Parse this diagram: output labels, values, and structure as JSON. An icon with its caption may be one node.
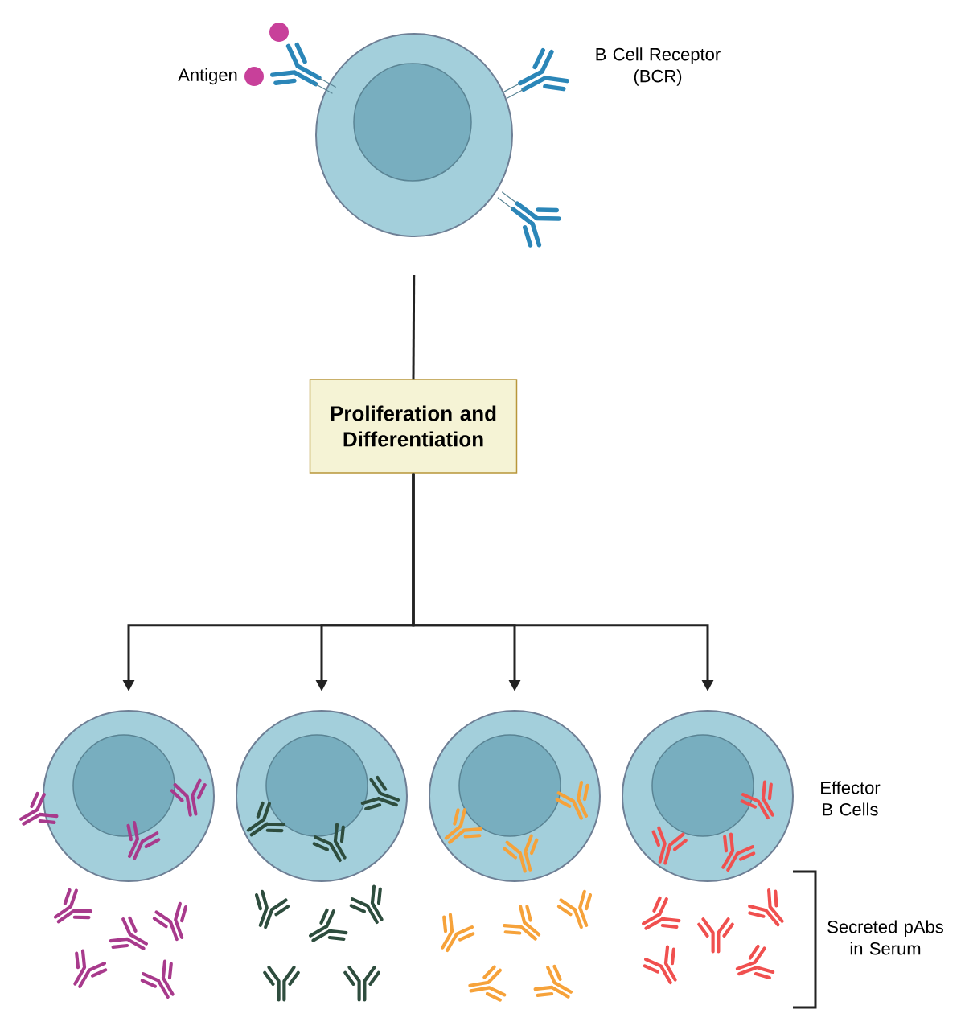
{
  "diagram": {
    "nodes": [
      {
        "text": [],
        "shape": "circle"
      },
      {
        "text": [
          "Proliferation and Differentiation"
        ]
      },
      {
        "text": [],
        "shape": "circle"
      },
      {
        "text": [],
        "shape": "circle"
      },
      {
        "text": [],
        "shape": "circle"
      },
      {
        "text": [],
        "shape": "circle"
      }
    ],
    "edges": [
      {
        "from": 0,
        "to": 1,
        "arrow": "none"
      },
      {
        "from": 1,
        "to": 2,
        "arrow": "to"
      },
      {
        "from": 1,
        "to": 3,
        "arrow": "to"
      },
      {
        "from": 1,
        "to": 4,
        "arrow": "to"
      },
      {
        "from": 1,
        "to": 5,
        "arrow": "to"
      }
    ],
    "labels": [
      "Antigen",
      "B Cell Receptor (BCR)",
      "Effector B Cells",
      "Secreted pAbs in Serum"
    ]
  }
}
